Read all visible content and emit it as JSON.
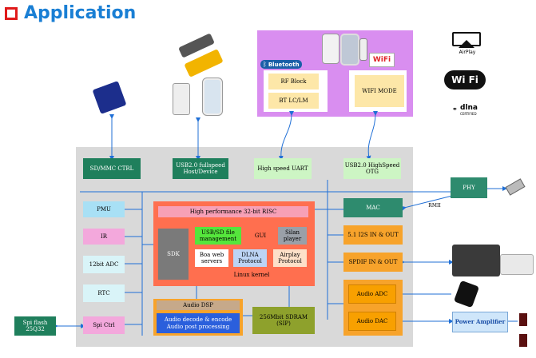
{
  "header": {
    "title": "Application"
  },
  "blocks": {
    "sdmmc": "SD/MMC CTRL",
    "usb2_full": "USB2.0 fullspeed Host/Device",
    "hs_uart": "High speed UART",
    "usb2_otg": "USB2.0 HighSpeed OTG",
    "pmu": "PMU",
    "ir": "IR",
    "adc12": "12bit ADC",
    "rtc": "RTC",
    "spi_ctrl": "Spi Ctrl",
    "spi_flash": "Spi flash 25Q32",
    "risc": "High performance 32-bit RISC",
    "sdk": "SDK",
    "usb_sd_mgmt": "USB/SD file management",
    "gui": "GUI",
    "silan": "Silan player",
    "boa": "Boa web servers",
    "dlna": "DLNA Protocol",
    "airplay_proto": "Airplay Protocol",
    "linux": "Linux kernel",
    "audio_dsp": "Audio DSP",
    "audio_codec": "Audio decode & encode Audio post processing",
    "sdram": "256Mbit SDRAM (SIP)",
    "mac": "MAC",
    "i2s": "5.1 I2S IN & OUT",
    "spdif": "SPDIF IN & OUT",
    "audio_adc": "Audio ADC",
    "audio_dac": "Audio DAC",
    "phy": "PHY",
    "rmii": "RMII",
    "power_amp": "Power Amplifier",
    "rf_block": "RF Block",
    "bt_lclm": "BT LC/LM",
    "wifi_mode": "WIFI MODE",
    "bluetooth": "Bluetooth",
    "wifi_badge": "WiFi"
  },
  "logos": {
    "airplay": "AirPlay",
    "wifi": "Wi Fi",
    "dlna": "dlna",
    "dlna_sub": "CERTIFIED"
  },
  "colors": {
    "title_blue": "#1a7fd4",
    "connector_blue": "#1f6fd6",
    "board_gray": "#d9d9d9",
    "wireless_purple": "#d98ef0"
  }
}
